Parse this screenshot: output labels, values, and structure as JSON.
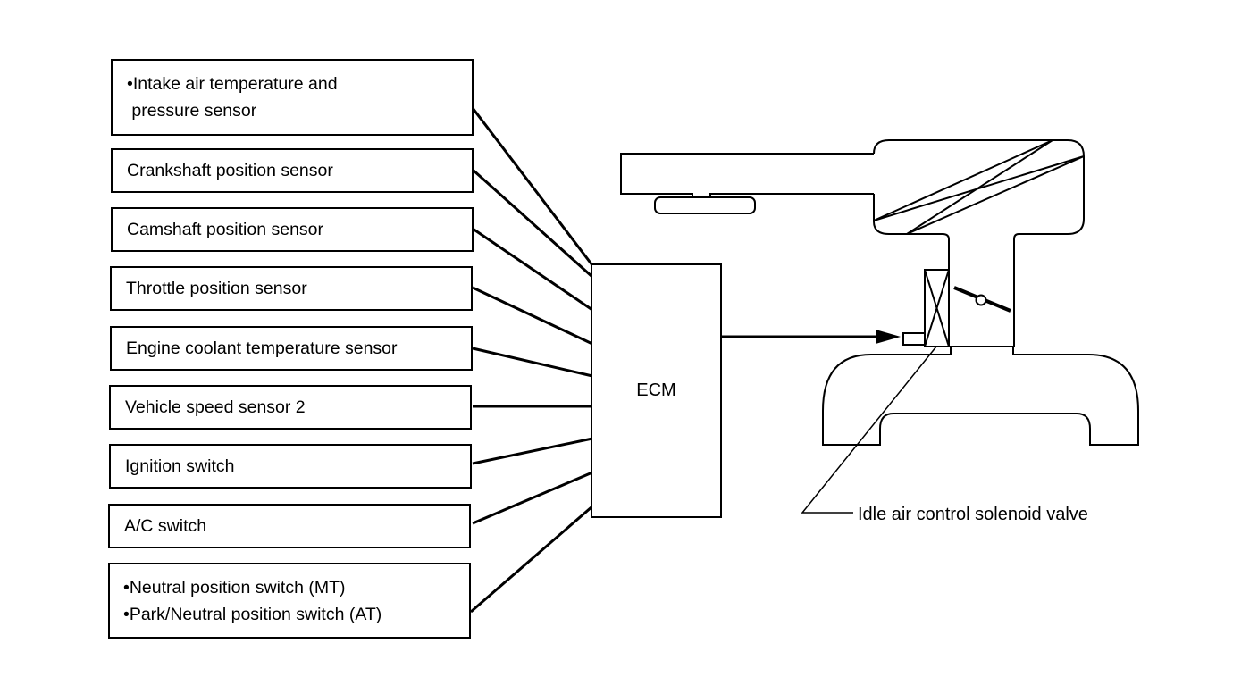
{
  "diagram": {
    "inputs": [
      {
        "id": "intake-air-temp-pressure",
        "lines": [
          "•Intake air temperature and",
          " pressure sensor"
        ]
      },
      {
        "id": "crankshaft-position",
        "lines": [
          "Crankshaft position sensor"
        ]
      },
      {
        "id": "camshaft-position",
        "lines": [
          "Camshaft position sensor"
        ]
      },
      {
        "id": "throttle-position",
        "lines": [
          "Throttle position sensor"
        ]
      },
      {
        "id": "engine-coolant-temp",
        "lines": [
          "Engine coolant temperature sensor"
        ]
      },
      {
        "id": "vehicle-speed-2",
        "lines": [
          "Vehicle speed sensor 2"
        ]
      },
      {
        "id": "ignition-switch",
        "lines": [
          "Ignition switch"
        ]
      },
      {
        "id": "ac-switch",
        "lines": [
          "A/C switch"
        ]
      },
      {
        "id": "neutral-park-switch",
        "lines": [
          "•Neutral position switch (MT)",
          "•Park/Neutral position switch (AT)"
        ]
      }
    ],
    "controller": {
      "label": "ECM"
    },
    "output": {
      "label": "Idle air control solenoid valve"
    }
  }
}
